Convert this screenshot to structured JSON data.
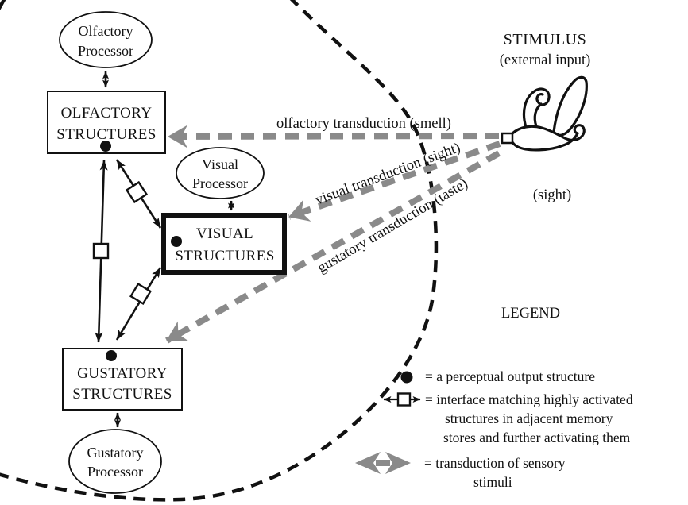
{
  "colors": {
    "ink": "#111111",
    "transduction_gray": "#8a8a8a",
    "background": "#ffffff"
  },
  "nodes": {
    "olfactory_processor": {
      "line1": "Olfactory",
      "line2": "Processor"
    },
    "olfactory_structures": {
      "line1": "OLFACTORY",
      "line2": "STRUCTURES"
    },
    "visual_processor": {
      "line1": "Visual",
      "line2": "Processor"
    },
    "visual_structures": {
      "line1": "VISUAL",
      "line2": "STRUCTURES"
    },
    "gustatory_structures": {
      "line1": "GUSTATORY",
      "line2": "STRUCTURES"
    },
    "gustatory_processor": {
      "line1": "Gustatory",
      "line2": "Processor"
    }
  },
  "stimulus": {
    "title": "STIMULUS",
    "subtitle": "(external input)",
    "sight_label": "(sight)"
  },
  "transduction_labels": {
    "olfactory": "olfactory transduction (smell)",
    "visual": "visual transduction (sight)",
    "gustatory": "gustatory transduction (taste)"
  },
  "legend": {
    "title": "LEGEND",
    "perceptual_output": "= a perceptual output structure",
    "interface_line1": "= interface matching highly activated",
    "interface_line2": "structures in adjacent memory",
    "interface_line3": "stores and further activating them",
    "transduction_line1": "= transduction of sensory",
    "transduction_line2": "stimuli"
  }
}
